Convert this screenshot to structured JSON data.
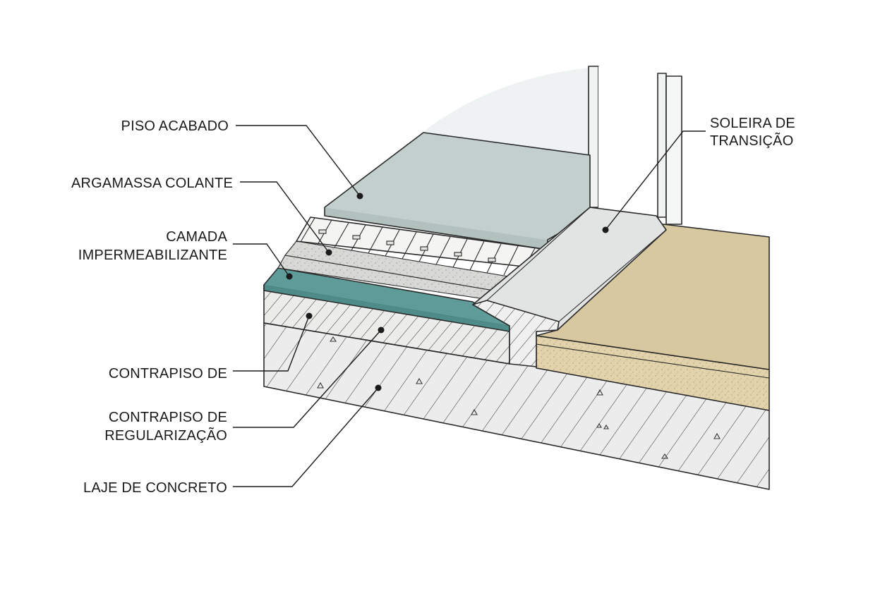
{
  "labels": {
    "piso_acabado": "PISO ACABADO",
    "argamassa_colante": "ARGAMASSA COLANTE",
    "camada_line1": "CAMADA",
    "camada_line2": "IMPERMEABILIZANTE",
    "contrapiso_de": "CONTRAPISO DE",
    "contrapiso_reg_line1": "CONTRAPISO DE",
    "contrapiso_reg_line2": "REGULARIZAÇÃO",
    "laje": "LAJE DE CONCRETO",
    "soleira_line1": "SOLEIRA DE",
    "soleira_line2": "TRANSIÇÃO"
  },
  "colors": {
    "tile": "#c3cfcd",
    "tile_edge": "#b3c1be",
    "membrane": "#4f8b88",
    "membrane_top": "#5f9c99",
    "mortar": "#d8d8d6",
    "screed": "#ececea",
    "slab": "#ececec",
    "threshold": "#e2e3e3",
    "adjacent_floor": "#d8c8a0",
    "adjacent_side": "#e2d3ad",
    "door_frame": "#f1f2f2",
    "wall_arc": "#eef2f2"
  }
}
